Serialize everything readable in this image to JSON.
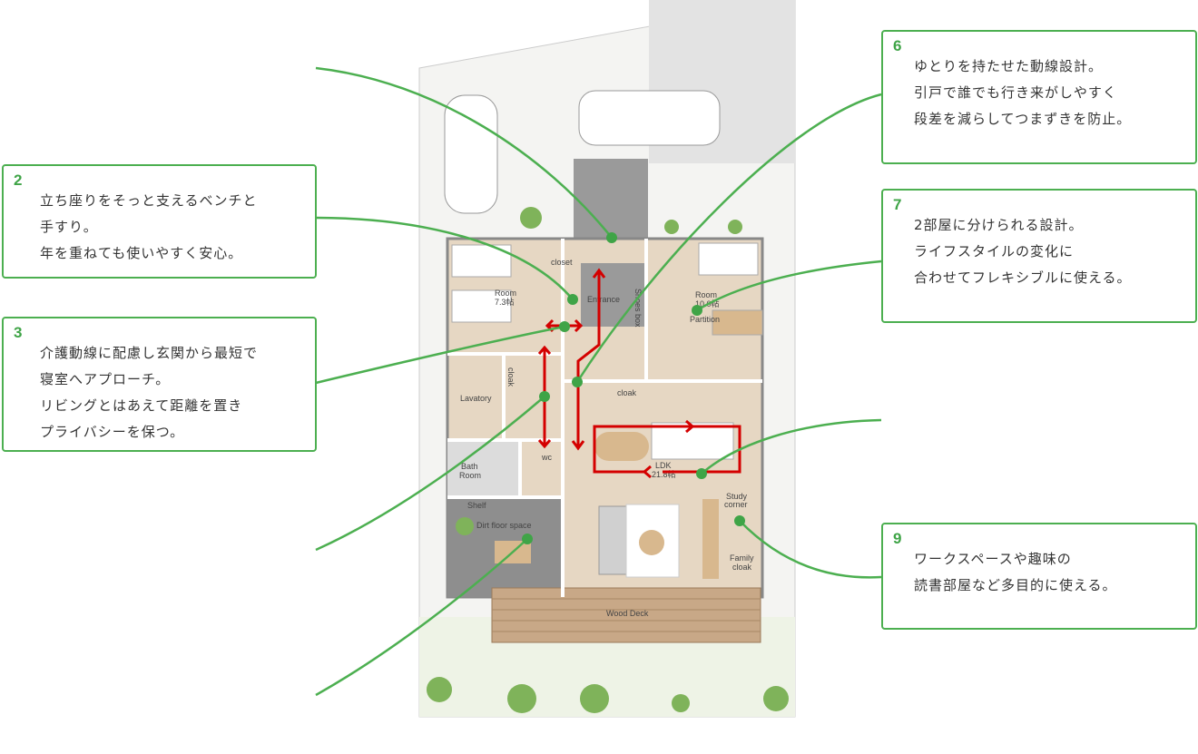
{
  "callouts": [
    {
      "num": "2",
      "lines": [
        "立ち座りをそっと支えるベンチと",
        "手すり。",
        "年を重ねても使いやすく安心。"
      ]
    },
    {
      "num": "3",
      "lines": [
        "介護動線に配慮し玄関から最短で",
        "寝室へアプローチ。",
        "リビングとはあえて距離を置き",
        "プライバシーを保つ。"
      ]
    },
    {
      "num": "6",
      "lines": [
        "ゆとりを持たせた動線設計。",
        "引戸で誰でも行き来がしやすく",
        "段差を減らしてつまずきを防止。"
      ]
    },
    {
      "num": "7",
      "lines": [
        "2部屋に分けられる設計。",
        "ライフスタイルの変化に",
        "合わせてフレキシブルに使える。"
      ]
    },
    {
      "num": "9",
      "lines": [
        "ワークスペースや趣味の",
        "読書部屋など多目的に使える。"
      ]
    }
  ],
  "plan_labels": {
    "room_left": "Room",
    "room_left_size": "7.3帖",
    "closet": "closet",
    "entrance": "Entrance",
    "shoes_box": "Shoes box",
    "room_right": "Room",
    "room_right_size": "10.0帖",
    "partition": "Partition",
    "cloak1": "cloak",
    "cloak2": "cloak",
    "lavatory": "Lavatory",
    "bath": "Bath",
    "bath2": "Room",
    "wc": "wc",
    "ldk": "LDK",
    "ldk_size": "21.8帖",
    "shelf": "Shelf",
    "dirt_floor": "Dirt floor space",
    "study": "Study",
    "study2": "corner",
    "family": "Family",
    "family2": "cloak",
    "wood_deck": "Wood Deck"
  },
  "colors": {
    "green": "#4caf50",
    "red": "#d40000",
    "floor": "#e6d7c3"
  }
}
